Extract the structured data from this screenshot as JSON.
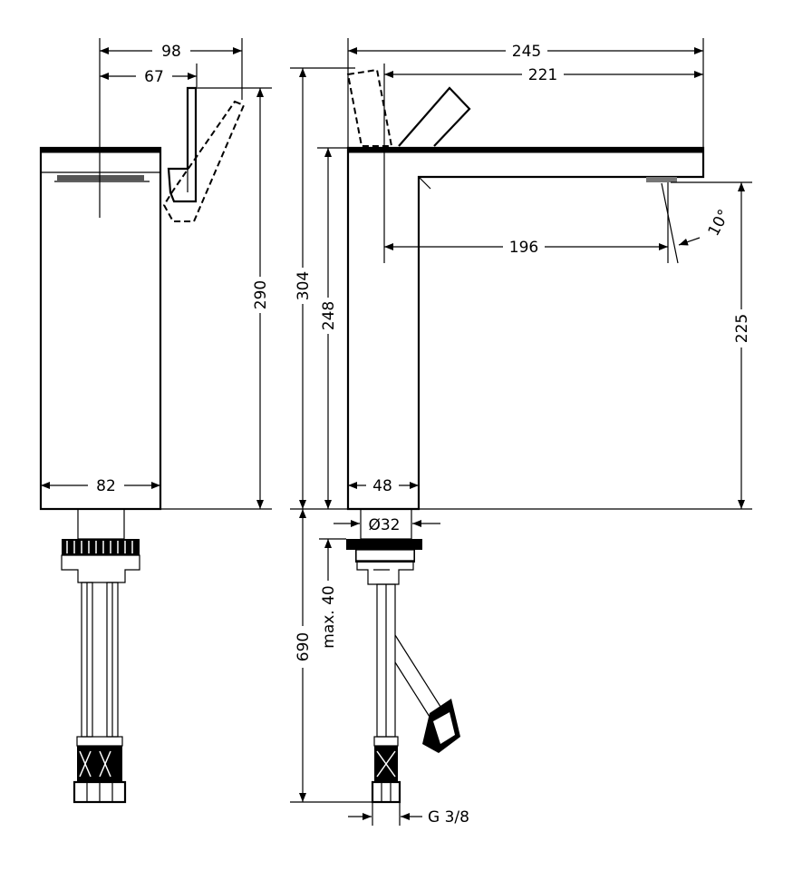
{
  "dimensions": {
    "side_depth_98": "98",
    "side_lever_67": "67",
    "side_height_290": "290",
    "side_base_82": "82",
    "front_reach_245": "245",
    "front_reach_221": "221",
    "front_height_304": "304",
    "front_body_height_248": "248",
    "front_spout_reach_196": "196",
    "front_spout_angle": "10°",
    "front_spout_height_225": "225",
    "front_body_width_48": "48",
    "front_shank_diameter": "Ø32",
    "front_max_thickness": "max. 40",
    "front_hose_length_690": "690",
    "front_thread": "G 3/8"
  },
  "colors": {
    "line": "#000000",
    "background": "#ffffff"
  }
}
